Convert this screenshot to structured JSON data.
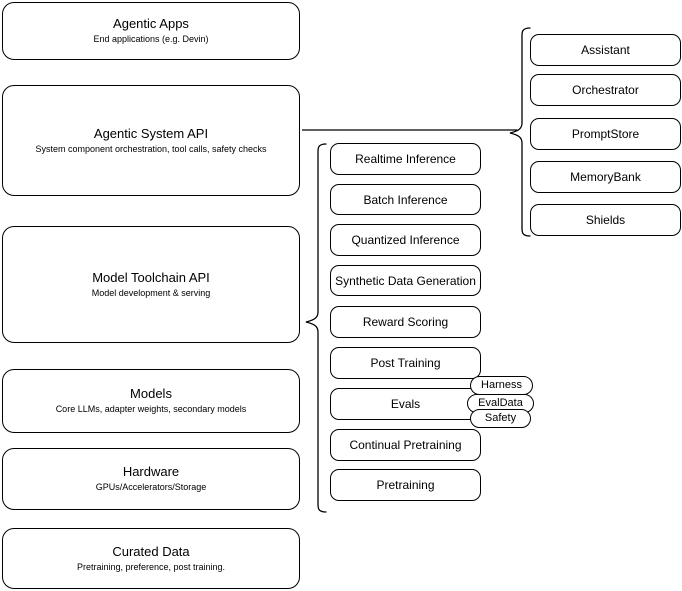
{
  "diagram": {
    "title": "AI Stack Layers Diagram",
    "stroke_color": "#000000",
    "background_color": "#ffffff",
    "layers": [
      {
        "name": "agentic-apps",
        "title": "Agentic Apps",
        "subtitle": "End applications (e.g. Devin)"
      },
      {
        "name": "agentic-system-api",
        "title": "Agentic System API",
        "subtitle": "System component orchestration, tool calls, safety checks"
      },
      {
        "name": "model-toolchain-api",
        "title": "Model Toolchain API",
        "subtitle": "Model development & serving"
      },
      {
        "name": "models",
        "title": "Models",
        "subtitle": "Core LLMs, adapter weights, secondary models"
      },
      {
        "name": "hardware",
        "title": "Hardware",
        "subtitle": "GPUs/Accelerators/Storage"
      },
      {
        "name": "curated-data",
        "title": "Curated Data",
        "subtitle": "Pretraining, preference, post training."
      }
    ],
    "toolchain_components": [
      {
        "name": "realtime-inference",
        "label": "Realtime Inference"
      },
      {
        "name": "batch-inference",
        "label": "Batch Inference"
      },
      {
        "name": "quantized-inference",
        "label": "Quantized Inference"
      },
      {
        "name": "synthetic-data-generation",
        "label": "Synthetic Data Generation"
      },
      {
        "name": "reward-scoring",
        "label": "Reward Scoring"
      },
      {
        "name": "post-training",
        "label": "Post Training"
      },
      {
        "name": "evals",
        "label": "Evals"
      },
      {
        "name": "continual-pretraining",
        "label": "Continual Pretraining"
      },
      {
        "name": "pretraining",
        "label": "Pretraining"
      }
    ],
    "system_components": [
      {
        "name": "assistant",
        "label": "Assistant"
      },
      {
        "name": "orchestrator",
        "label": "Orchestrator"
      },
      {
        "name": "promptstore",
        "label": "PromptStore"
      },
      {
        "name": "memorybank",
        "label": "MemoryBank"
      },
      {
        "name": "shields",
        "label": "Shields"
      }
    ],
    "evals_tags": [
      {
        "name": "harness",
        "label": "Harness"
      },
      {
        "name": "evaldata",
        "label": "EvalData"
      },
      {
        "name": "safety",
        "label": "Safety"
      }
    ]
  }
}
